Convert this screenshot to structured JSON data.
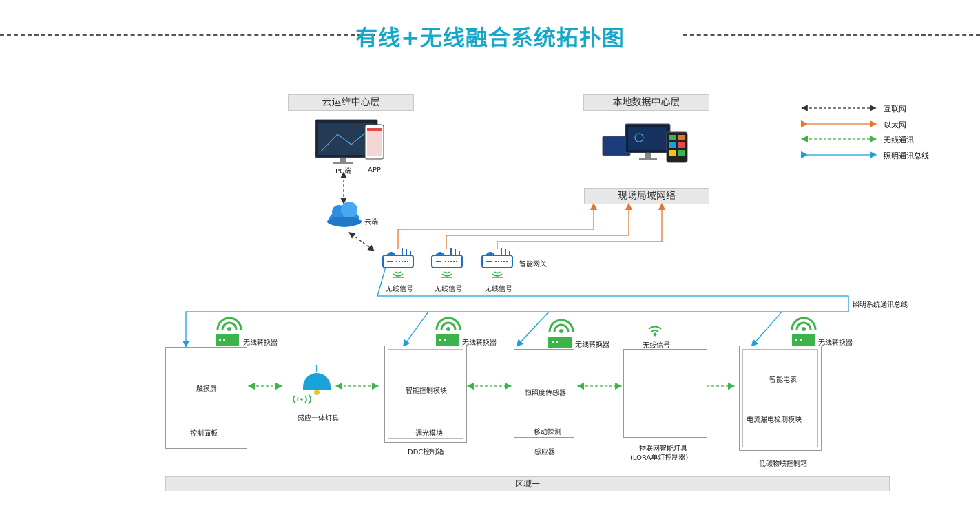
{
  "title": "有线+无线融合系统拓扑图",
  "layers": {
    "cloud_ops": "云运维中心层",
    "local_data": "本地数据中心层",
    "lan": "现场局域网络",
    "region": "区域一"
  },
  "legend": [
    {
      "label": "互联网",
      "color": "#333333",
      "style": "dashed"
    },
    {
      "label": "以太网",
      "color": "#e8752a",
      "style": "solid"
    },
    {
      "label": "无线通讯",
      "color": "#3bb54a",
      "style": "dashed"
    },
    {
      "label": "照明通讯总线",
      "color": "#1a9fd8",
      "style": "solid"
    }
  ],
  "cloud": {
    "pc_label": "PC端",
    "app_label": "APP",
    "cloud_label": "云端"
  },
  "gateway": {
    "label": "智能网关",
    "signal_labels": [
      "无线信号",
      "无线信号",
      "无线信号"
    ]
  },
  "bus_label": "照明系统通讯总线",
  "converter_label": "无线转换器",
  "devices": {
    "touch_screen": "触摸屏",
    "control_panel": "控制面板",
    "sensor_lamp": "感应一体灯具",
    "smart_module": "智能控制模块",
    "dimming_module": "调光模块",
    "ddc_box": "DDC控制箱",
    "lux_sensor": "恒照度传感器",
    "motion_sensor": "移动探测",
    "sensor_group": "感应器",
    "iot_signal": "无线信号",
    "iot_lamp": "物联网智能灯具",
    "iot_lamp_sub": "(LORA单灯控制器)",
    "smart_meter": "智能电表",
    "leak_module": "电流漏电检测模块",
    "low_carbon_box": "低碳物联控制箱"
  },
  "colors": {
    "title": "#17a8c9",
    "ethernet": "#e8752a",
    "wireless": "#3bb54a",
    "bus": "#1a9fd8",
    "gateway": "#1d6fc0",
    "lamp": "#1aa3d9",
    "converter": "#3bb54a"
  }
}
